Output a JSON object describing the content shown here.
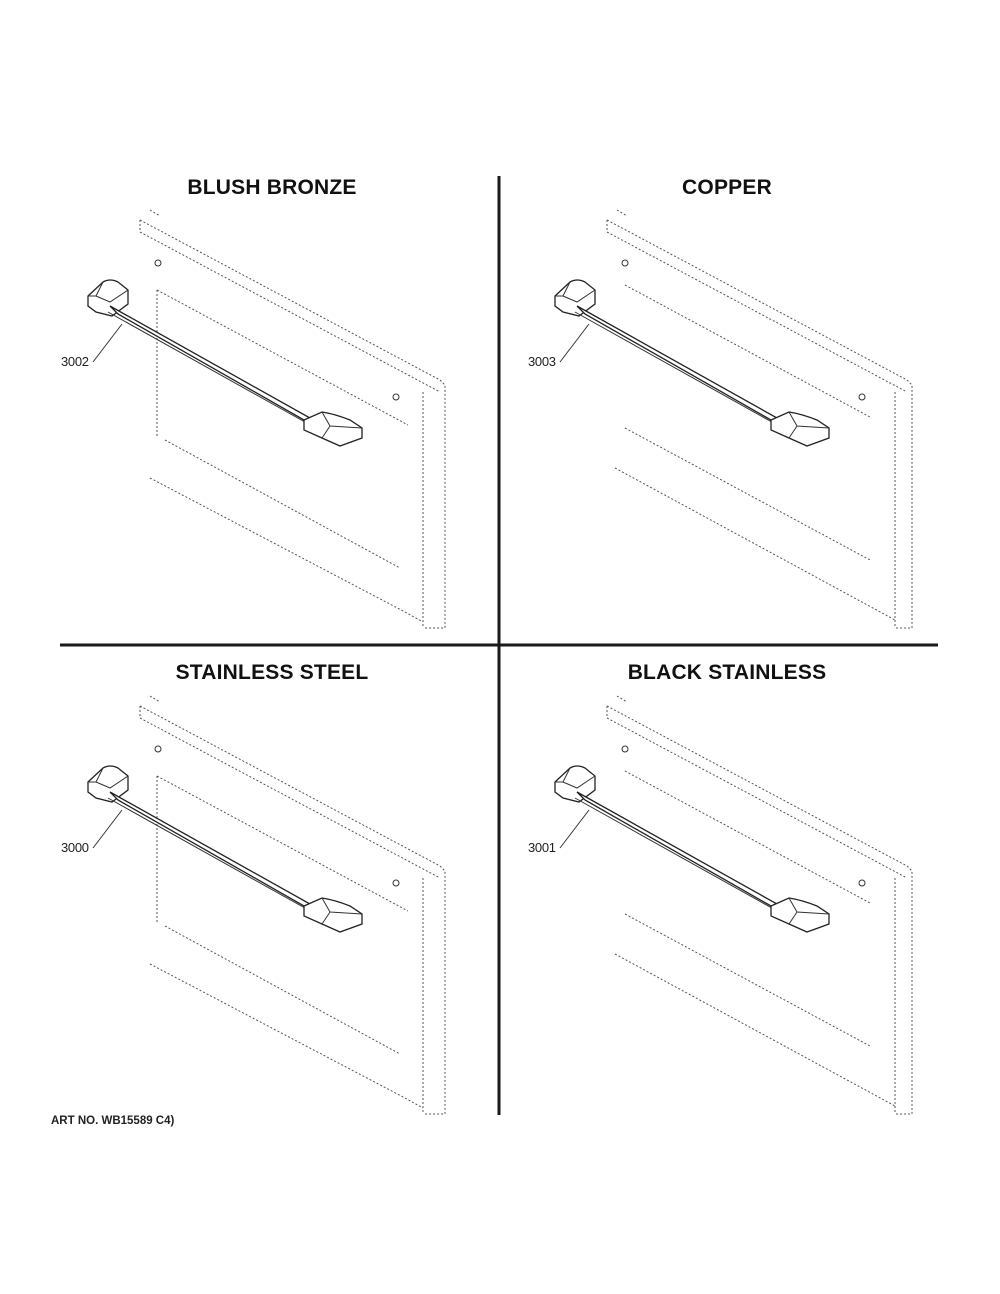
{
  "panels": [
    {
      "title": "BLUSH BRONZE",
      "part_number": "3002"
    },
    {
      "title": "COPPER",
      "part_number": "3003"
    },
    {
      "title": "STAINLESS STEEL",
      "part_number": "3000"
    },
    {
      "title": "BLACK STAINLESS",
      "part_number": "3001"
    }
  ],
  "art_number": "ART NO. WB15589 C4)"
}
